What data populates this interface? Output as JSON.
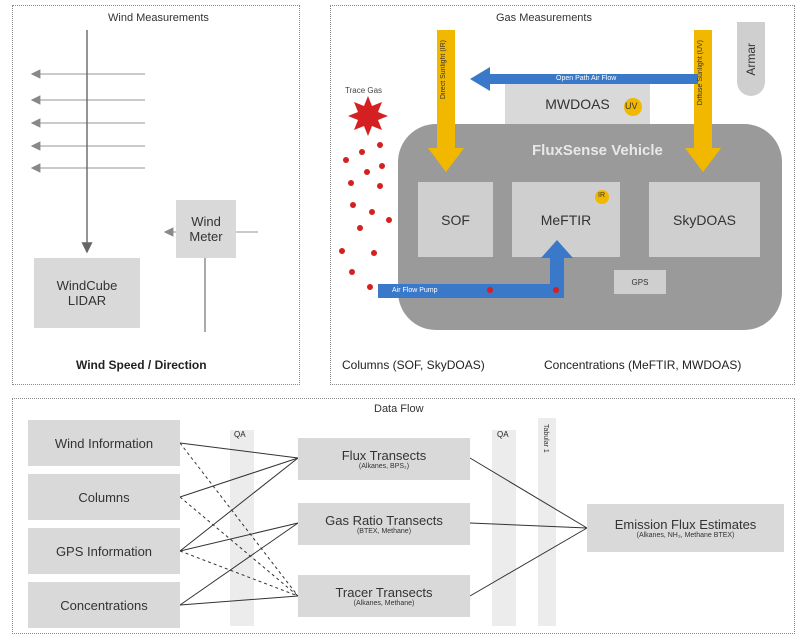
{
  "wind": {
    "title": "Wind Measurements",
    "lidar_line1": "WindCube",
    "lidar_line2": "LIDAR",
    "meter_line1": "Wind",
    "meter_line2": "Meter",
    "bottom": "Wind Speed / Direction"
  },
  "gas": {
    "title": "Gas Measurements",
    "armar": "Armar",
    "mwdoas": "MWDOAS",
    "uv": "UV",
    "ir": "IR",
    "trace_gas": "Trace Gas",
    "vehicle": "FluxSense Vehicle",
    "sof": "SOF",
    "meftir": "MeFTIR",
    "skydoas": "SkyDOAS",
    "gps": "GPS",
    "direct_sunlight": "Direct Sunlight (IR)",
    "diffuse_sunlight": "Diffuse Sunlight (UV)",
    "open_path": "Open Path Air Flow",
    "air_flow_pump": "Air Flow Pump",
    "columns_label": "Columns (SOF, SkyDOAS)",
    "concentrations_label": "Concentrations (MeFTIR, MWDOAS)"
  },
  "dataflow": {
    "title": "Data Flow",
    "qa1": "QA",
    "qa2": "QA",
    "vertical": "Tabular 1",
    "inputs": [
      "Wind Information",
      "Columns",
      "GPS Information",
      "Concentrations"
    ],
    "transects": [
      {
        "title": "Flux Transects",
        "sub": "(Alkanes, BPS₂)"
      },
      {
        "title": "Gas Ratio Transects",
        "sub": "(BTEX, Methane)"
      },
      {
        "title": "Tracer Transects",
        "sub": "(Alkanes, Methane)"
      }
    ],
    "output": {
      "title": "Emission Flux Estimates",
      "sub": "(Alkanes, NH₃, Methane BTEX)"
    }
  },
  "colors": {
    "panel_border": "#8a8a8a",
    "box_fill": "#d9d9d9",
    "vehicle_fill": "#9a9a9a",
    "sunlight_arrow": "#f2b800",
    "flow_arrow": "#3a78c9",
    "trace_gas": "#d42020"
  }
}
